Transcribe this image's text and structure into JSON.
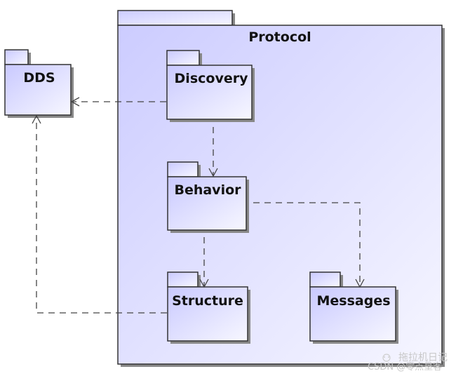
{
  "packages": {
    "protocol": "Protocol",
    "dds": "DDS",
    "discovery": "Discovery",
    "behavior": "Behavior",
    "structure": "Structure",
    "messages": "Messages"
  },
  "dependencies": [
    {
      "from": "Discovery",
      "to": "DDS"
    },
    {
      "from": "Discovery",
      "to": "Behavior"
    },
    {
      "from": "Behavior",
      "to": "Structure"
    },
    {
      "from": "Behavior",
      "to": "Messages"
    },
    {
      "from": "Structure",
      "to": "DDS"
    }
  ],
  "watermark": {
    "line1": "拖拉机日记",
    "line2": "CSDN @零点垦客"
  },
  "colors": {
    "fill_light": "#f4f4ff",
    "fill_dark": "#c9c9ff",
    "outline": "#333333",
    "shadow": "#8a8a8a"
  }
}
